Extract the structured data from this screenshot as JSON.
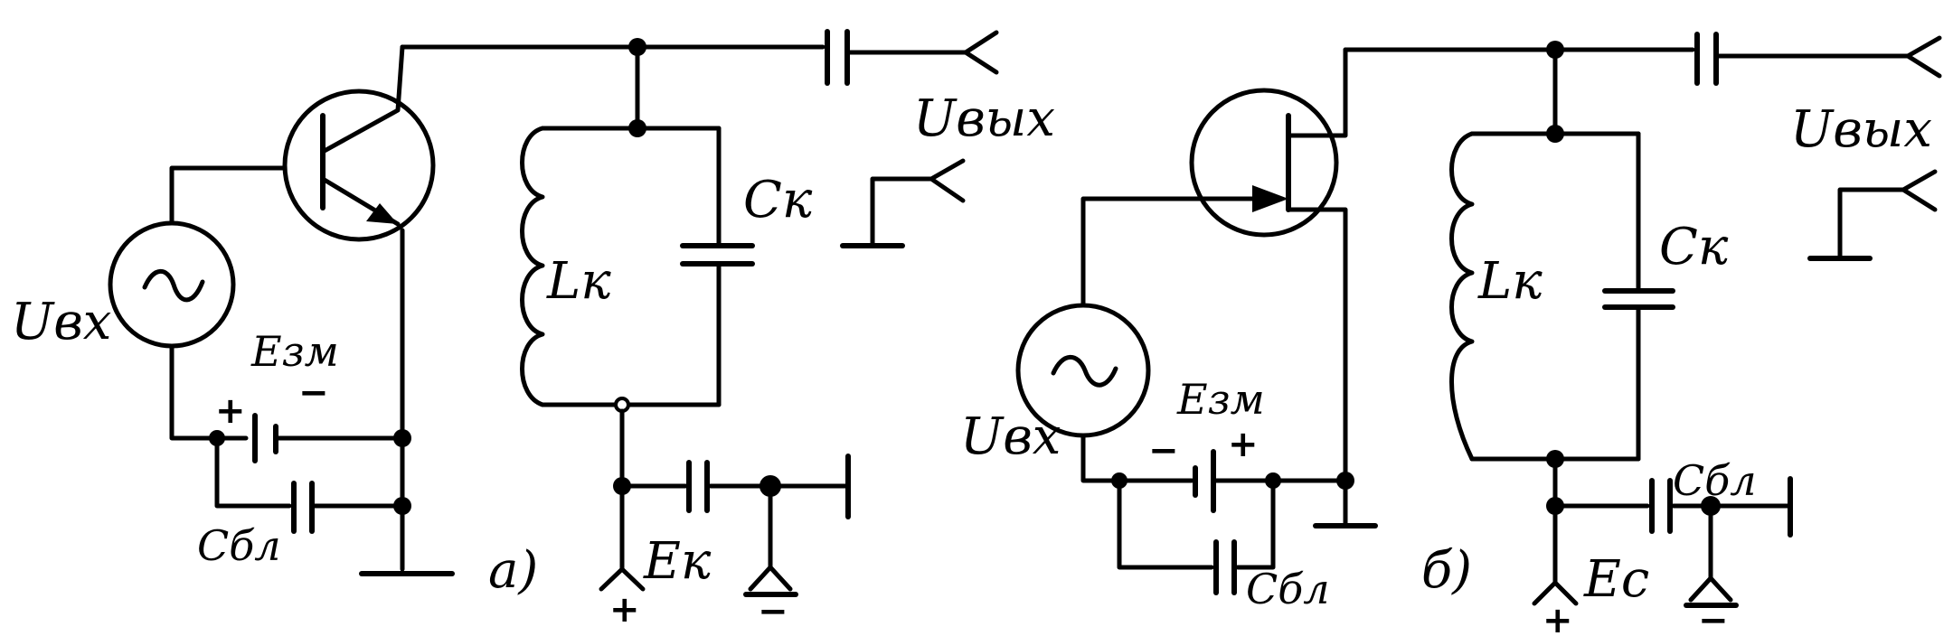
{
  "circuit_a": {
    "tag": "а)",
    "u_in": "Uвх",
    "u_out": "Uвых",
    "e_bias": "Eзм",
    "e_bias_plus": "+",
    "e_bias_minus": "−",
    "c_bypass": "Cбл",
    "l_tank": "Lк",
    "c_tank": "Cк",
    "supply": "Eк",
    "supply_plus": "+",
    "supply_minus": "−"
  },
  "circuit_b": {
    "tag": "б)",
    "u_in": "Uвх",
    "u_out": "Uвых",
    "e_bias": "Eзм",
    "e_bias_minus": "−",
    "e_bias_plus": "+",
    "c_bypass_gate": "Cбл",
    "c_bypass_supply": "Cбл",
    "l_tank": "Lк",
    "c_tank": "Cк",
    "supply": "Ec",
    "supply_plus": "+",
    "supply_minus": "−"
  }
}
